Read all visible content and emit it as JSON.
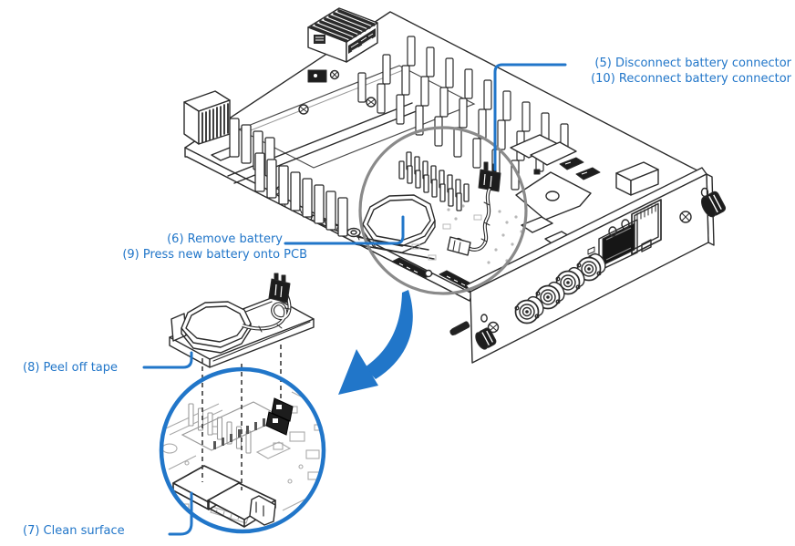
{
  "callouts": {
    "connector": {
      "line1": "(5) Disconnect battery connector",
      "line2": "(10) Reconnect battery connector"
    },
    "battery": {
      "line1": "(6) Remove battery",
      "line2": "(9) Press new battery onto PCB"
    },
    "tape": {
      "line1": "(8) Peel off tape"
    },
    "surface": {
      "line1": "(7) Clean surface"
    }
  },
  "colors": {
    "accent": "#2176C9",
    "gray_ring": "#8A8A8A",
    "linework": "#2B2B2B",
    "background": "#FFFFFF"
  }
}
